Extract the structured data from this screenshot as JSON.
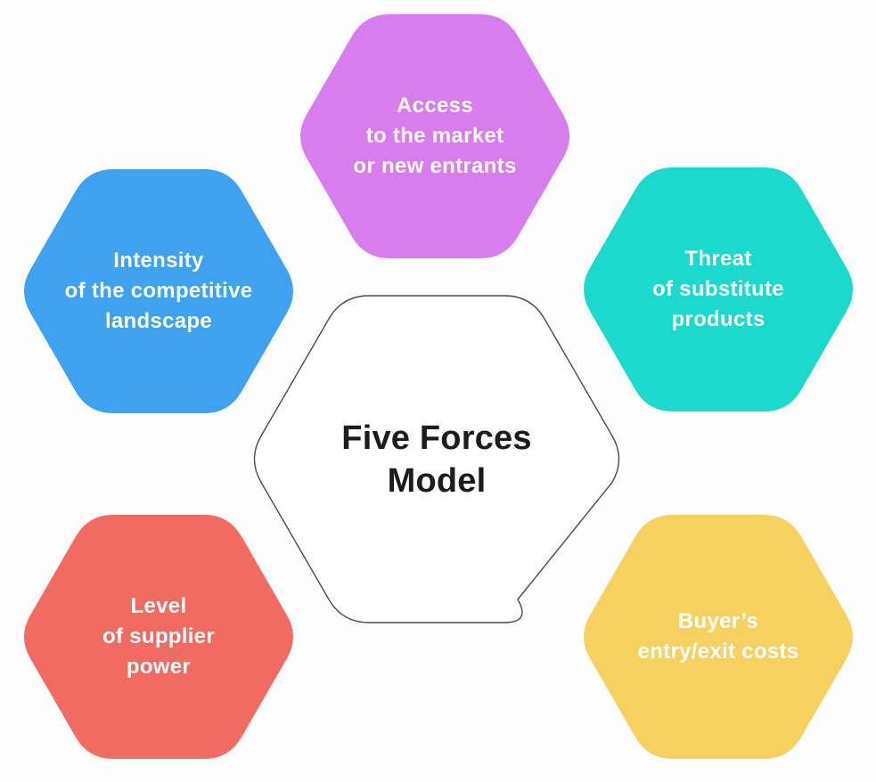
{
  "diagram": {
    "background": "#fdfdfd",
    "center": {
      "title": "Five Forces\nModel",
      "fill": "#ffffff",
      "stroke": "#4c4c4c",
      "text_color": "#1c1c1c"
    },
    "forces": [
      {
        "name": "access-to-market-new-entrants",
        "label": "Access\nto the market\nor new entrants",
        "color": "#d87dee",
        "text_color": "#ffffff",
        "position": "top"
      },
      {
        "name": "intensity-of-competitive-landscape",
        "label": "Intensity\nof the competitive\nlandscape",
        "color": "#3ea2f1",
        "text_color": "#ffffff",
        "position": "upper-left"
      },
      {
        "name": "threat-of-substitute-products",
        "label": "Threat\nof substitute\nproducts",
        "color": "#1bd9cc",
        "text_color": "#ffffff",
        "position": "upper-right"
      },
      {
        "name": "level-of-supplier-power",
        "label": "Level\nof supplier\npower",
        "color": "#f26b62",
        "text_color": "#ffffff",
        "position": "lower-left"
      },
      {
        "name": "buyers-entry-exit-costs",
        "label": "Buyer’s\nentry/exit costs",
        "color": "#f6d160",
        "text_color": "#ffffff",
        "position": "lower-right"
      }
    ]
  }
}
